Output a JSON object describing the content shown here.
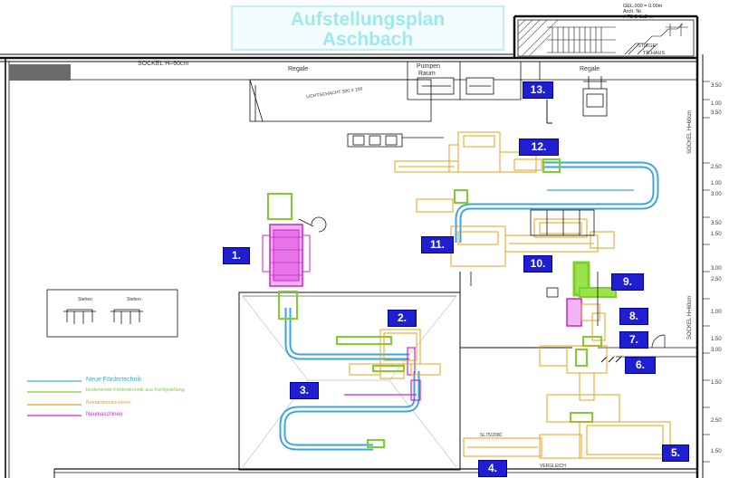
{
  "title": {
    "line1": "Aufstellungsplan",
    "line2": "Aschbach"
  },
  "header_notes": [
    "GEL.000 = 0.00m",
    "Arch. Nr.",
    "# T2-2-1a2 ..."
  ],
  "wall_labels": {
    "sockel_top": "SOCKEL H=60cm",
    "sockel_right_1": "SOCKEL H=60cm",
    "sockel_right_2": "SOCKEL H=60cm",
    "regale_left": "Regale",
    "regale_right": "Regale",
    "pumpen_raum_1": "Pumpen",
    "pumpen_raum_2": "Raum",
    "lichtschacht": "LICHTSCHACHT 300 X 100",
    "stiege": "STIEGE",
    "treppenhaus": "TR.HAUS"
  },
  "stations": [
    {
      "id": "1",
      "label": "1."
    },
    {
      "id": "2",
      "label": "2."
    },
    {
      "id": "3",
      "label": "3."
    },
    {
      "id": "4",
      "label": "4."
    },
    {
      "id": "5",
      "label": "5."
    },
    {
      "id": "6",
      "label": "6."
    },
    {
      "id": "7",
      "label": "7."
    },
    {
      "id": "8",
      "label": "8."
    },
    {
      "id": "9",
      "label": "9."
    },
    {
      "id": "10",
      "label": "10."
    },
    {
      "id": "11",
      "label": "11."
    },
    {
      "id": "12",
      "label": "12."
    },
    {
      "id": "13",
      "label": "13."
    }
  ],
  "legend": [
    {
      "label": "Neue Fördertechnik",
      "color": "#3aa6e0"
    },
    {
      "label": "bestehende Fördertechnik aus Fertigstellung",
      "color": "#7ecf2c"
    },
    {
      "label": "Bestandsmaschinen",
      "color": "#e8a11a"
    },
    {
      "label": "Neumaschinen",
      "color": "#d21fd6"
    }
  ],
  "detail_labels": [
    "Stehen",
    "Stehen"
  ],
  "dimensions": [
    "3.50",
    "1.00",
    "3.50",
    "2.50",
    "1.00",
    "3.00",
    "3.50",
    "1.50",
    "3.00",
    "2.50",
    "1.00",
    "1.50",
    "3.00",
    "1.50",
    "2.50",
    "1.50"
  ],
  "misc_labels": {
    "conveyor_note": "SL75/2000",
    "lower_note": "VERGLEICH"
  },
  "colors": {
    "neue_foerdertechnik": "#3aa6e0",
    "bestehende_foerdertechnik": "#7ecf2c",
    "bestandsmaschinen": "#e8a11a",
    "neumaschinen": "#d21fd6",
    "badge": "#1f1fd0"
  }
}
